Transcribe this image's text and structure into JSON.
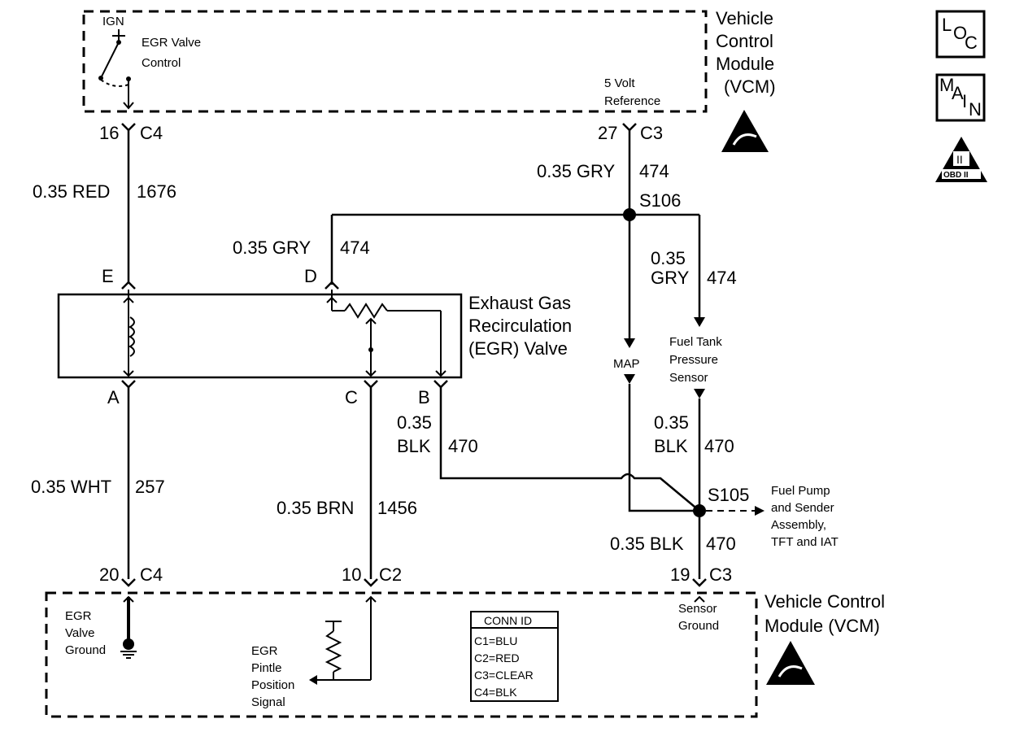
{
  "vcm_top": {
    "title_lines": [
      "Vehicle",
      "Control",
      "Module",
      "(VCM)"
    ],
    "ign": "IGN",
    "egr_control": [
      "EGR Valve",
      "Control"
    ],
    "five_volt": [
      "5 Volt",
      "Reference"
    ]
  },
  "vcm_bottom": {
    "title_lines": [
      "Vehicle Control",
      "Module (VCM)"
    ],
    "egr_ground": [
      "EGR",
      "Valve",
      "Ground"
    ],
    "pintle": [
      "EGR",
      "Pintle",
      "Position",
      "Signal"
    ],
    "sensor_ground": [
      "Sensor",
      "Ground"
    ]
  },
  "pins": {
    "p16": "16",
    "c4_top": "C4",
    "p27": "27",
    "c3_top": "C3",
    "p20": "20",
    "c4_bot": "C4",
    "p10": "10",
    "c2_bot": "C2",
    "p19": "19",
    "c3_bot": "C3"
  },
  "wires": {
    "red_gauge": "0.35 RED",
    "red_circuit": "1676",
    "gry_top_gauge": "0.35 GRY",
    "gry_top_circuit": "474",
    "gry_d_gauge": "0.35 GRY",
    "gry_d_circuit": "474",
    "gry_right_gauge": [
      "0.35",
      "GRY"
    ],
    "gry_right_circuit": "474",
    "wht_gauge": "0.35 WHT",
    "wht_circuit": "257",
    "brn_gauge": "0.35 BRN",
    "brn_circuit": "1456",
    "blk_b_gauge": [
      "0.35",
      "BLK"
    ],
    "blk_b_circuit": "470",
    "blk_r_gauge": [
      "0.35",
      "BLK"
    ],
    "blk_r_circuit": "470",
    "blk_bot_gauge": "0.35 BLK",
    "blk_bot_circuit": "470"
  },
  "splices": {
    "s106": "S106",
    "s105": "S105"
  },
  "egr_valve": {
    "title_lines": [
      "Exhaust Gas",
      "Recirculation",
      "(EGR) Valve"
    ],
    "pin_e": "E",
    "pin_d": "D",
    "pin_a": "A",
    "pin_c": "C",
    "pin_b": "B"
  },
  "sensors": {
    "map": "MAP",
    "fuel_tank": [
      "Fuel Tank",
      "Pressure",
      "Sensor"
    ],
    "fuel_pump": [
      "Fuel Pump",
      "and Sender",
      "Assembly,",
      "TFT and IAT"
    ]
  },
  "conn_id": {
    "header": "CONN ID",
    "rows": [
      "C1=BLU",
      "C2=RED",
      "C3=CLEAR",
      "C4=BLK"
    ]
  },
  "badges": {
    "loc": [
      "L",
      "O",
      "C"
    ],
    "main": [
      "M",
      "A",
      "I",
      "N"
    ],
    "obd": [
      "II",
      "OBD II"
    ]
  }
}
